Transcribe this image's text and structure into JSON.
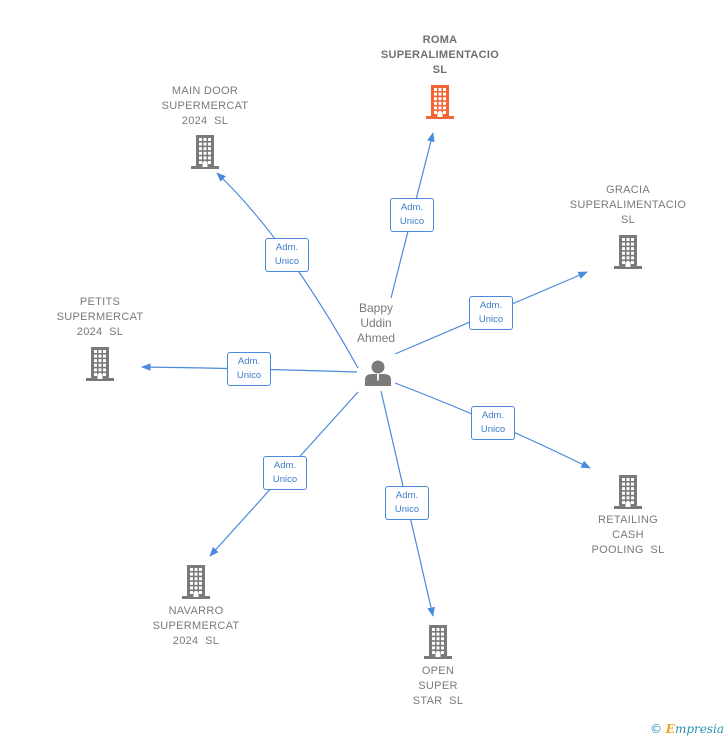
{
  "person": {
    "name_lines": [
      "Bappy",
      "Uddin",
      "Ahmed"
    ]
  },
  "role_label_lines": [
    "Adm.",
    "Unico"
  ],
  "colors": {
    "edge": "#4a89dc",
    "building": "#7a7a7a",
    "building_highlight": "#f26535"
  },
  "nodes": [
    {
      "id": "roma",
      "label_lines": [
        "ROMA",
        "SUPERALIMENTACIO",
        "SL"
      ],
      "highlight": true
    },
    {
      "id": "main-door",
      "label_lines": [
        "MAIN DOOR",
        "SUPERMERCAT",
        "2024  SL"
      ],
      "highlight": false
    },
    {
      "id": "gracia",
      "label_lines": [
        "GRACIA",
        "SUPERALIMENTACIO",
        "SL"
      ],
      "highlight": false
    },
    {
      "id": "petits",
      "label_lines": [
        "PETITS",
        "SUPERMERCAT",
        "2024  SL"
      ],
      "highlight": false
    },
    {
      "id": "retailing",
      "label_lines": [
        "RETAILING",
        "CASH",
        "POOLING  SL"
      ],
      "highlight": false
    },
    {
      "id": "navarro",
      "label_lines": [
        "NAVARRO",
        "SUPERMERCAT",
        "2024  SL"
      ],
      "highlight": false
    },
    {
      "id": "open-super",
      "label_lines": [
        "OPEN",
        "SUPER",
        "STAR  SL"
      ],
      "highlight": false
    }
  ],
  "footer": {
    "copyright_symbol": "©",
    "brand_initial": "E",
    "brand_rest": "mpresia"
  }
}
